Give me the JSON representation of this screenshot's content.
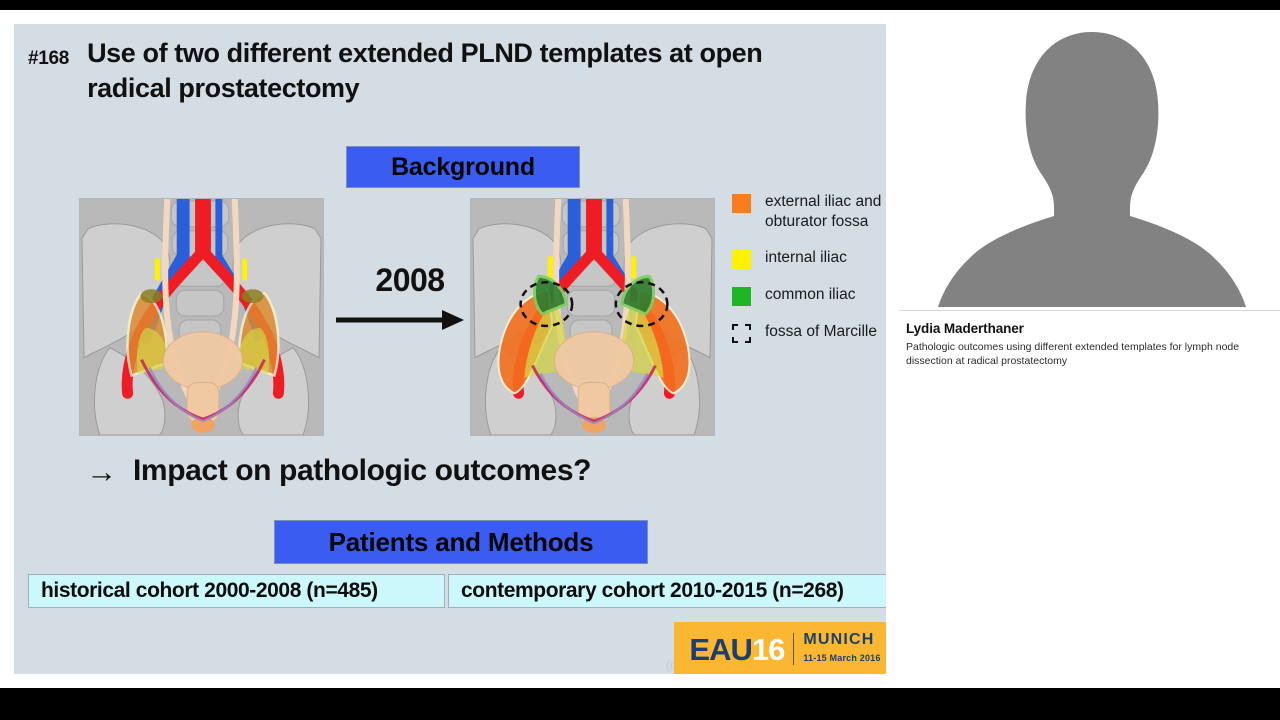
{
  "slide": {
    "abstract_number": "#168",
    "title": "Use of two different extended PLND templates at open radical prostatectomy",
    "section_background_label": "Background",
    "section_methods_label": "Patients and Methods",
    "timeline_year": "2008",
    "impact_arrow_glyph": "→",
    "impact_question": "Impact on pathologic outcomes?",
    "watermark": "(c)",
    "legend": [
      {
        "color": "#f57c1f",
        "swatch": "solid",
        "label": "external iliac and obturator fossa"
      },
      {
        "color": "#fff200",
        "swatch": "solid",
        "label": "internal iliac"
      },
      {
        "color": "#1fb524",
        "swatch": "solid",
        "label": "common iliac"
      },
      {
        "color": "#111111",
        "swatch": "dashed",
        "label": "fossa of Marcille"
      }
    ],
    "cohorts": [
      {
        "label": "historical cohort 2000-2008 (n=485)"
      },
      {
        "label": "contemporary cohort 2010-2015 (n=268)"
      }
    ],
    "logo": {
      "brand": "EAU",
      "edition": "16",
      "city": "MUNICH",
      "dates": "11-15 March 2016",
      "background_color": "#fbb731",
      "brand_color": "#1c3f6e"
    },
    "figures": [
      {
        "name": "limited-plnd-template",
        "caption": ""
      },
      {
        "name": "extended-plnd-template",
        "caption": ""
      }
    ],
    "colors": {
      "slide_background": "#d3dde3",
      "section_chip": "#3a5cf0",
      "cohort_box": "#ccf7fb"
    }
  },
  "speaker": {
    "name": "Lydia Maderthaner",
    "presentation_title": "Pathologic outcomes using different extended templates for lymph node dissection at radical prostatectomy",
    "avatar": "placeholder-person-silhouette"
  }
}
